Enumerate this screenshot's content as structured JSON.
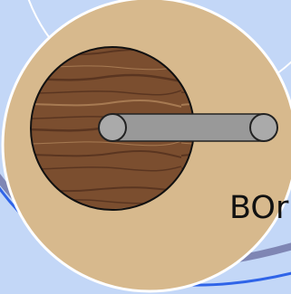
{
  "colors": {
    "background": "#c3d7f7",
    "outer_arc": "#ffffff",
    "blue_arc": "#2f64e8",
    "purple_arc": "#7f86b4",
    "big_disc": "#d7b98d",
    "wood_base": "#7b4e2f",
    "wood_dark": "#5a3520",
    "wood_light": "#a77a52",
    "rod_fill": "#999999",
    "rod_stroke": "#222222",
    "pin_fill": "#aaaaaa",
    "label_text": "#111111"
  },
  "icons": {
    "wooden_disc": "wood-texture-disc",
    "rod": "crank-rod",
    "pin_left": "pivot-pin",
    "pin_right": "pivot-pin"
  },
  "labels": {
    "partial_text": "BOr"
  }
}
